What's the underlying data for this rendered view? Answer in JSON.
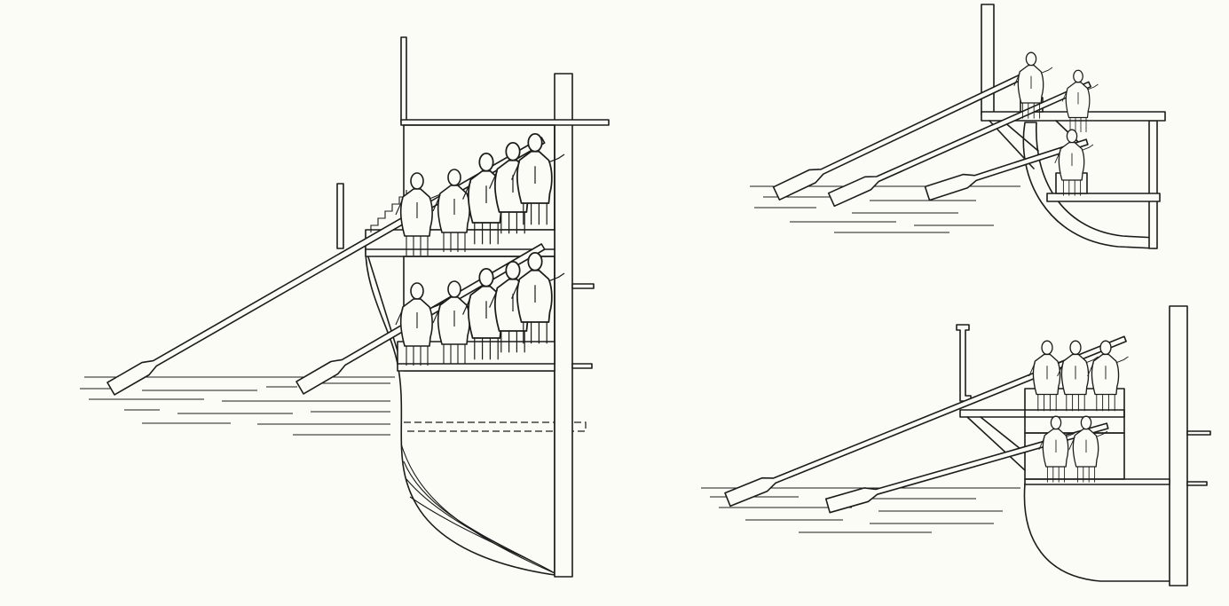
{
  "colors": {
    "background": "#fcfcf6",
    "line": "#1c1c1c"
  },
  "figures": [
    {
      "id": "large-section",
      "rower_levels": 2,
      "rowers_per_level": 5,
      "oars": 2
    },
    {
      "id": "top-right-section",
      "rowers": 3,
      "oars": 3
    },
    {
      "id": "bottom-right-section",
      "rower_levels": 2,
      "rowers": 5,
      "oars": 2
    }
  ]
}
